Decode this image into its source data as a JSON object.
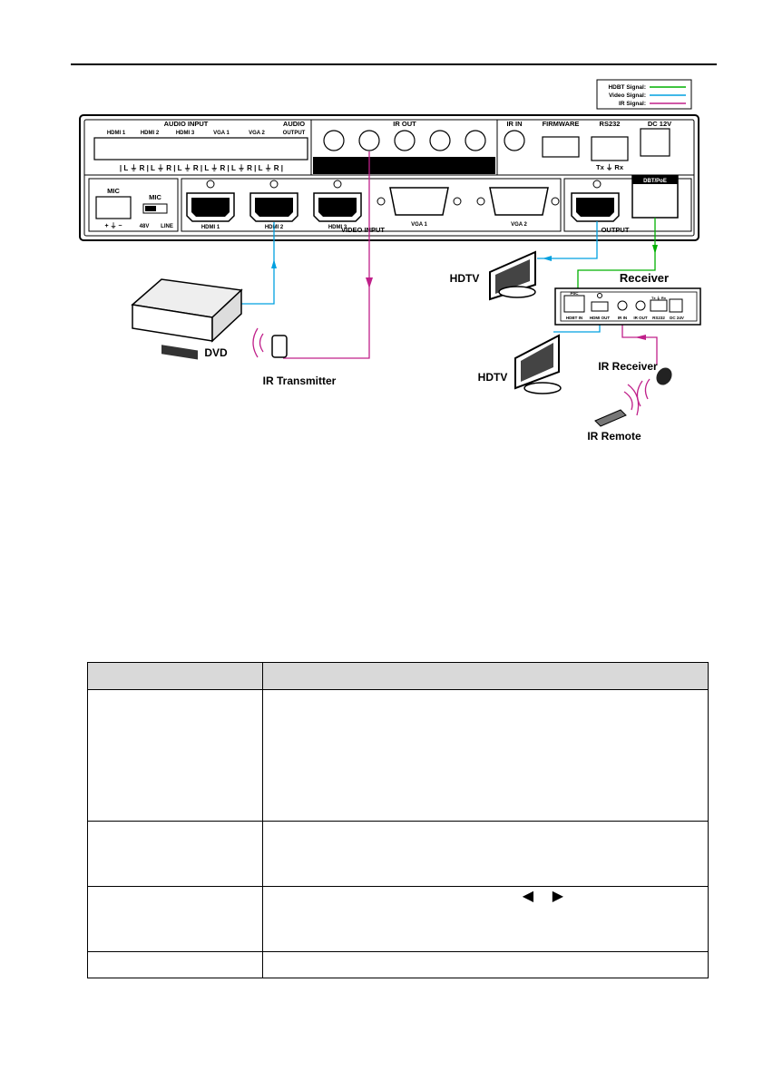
{
  "legend": {
    "hdbt": "HDBT Signal:",
    "video": "Video Signal:",
    "ir": "IR Signal:"
  },
  "panel": {
    "audio_input": "AUDIO INPUT",
    "audio_output": [
      "AUDIO",
      "OUTPUT"
    ],
    "audio_inputs": [
      "HDMI 1",
      "HDMI 2",
      "HDMI 3",
      "VGA 1",
      "VGA 2"
    ],
    "lr_marks": "| L  ⏚  R | L  ⏚  R | L  ⏚  R | L  ⏚  R | L  ⏚  R | L  ⏚  R |",
    "ir_out": "IR OUT",
    "ir_in": "IR IN",
    "firmware": "FIRMWARE",
    "rs232": "RS232",
    "dc": "DC 12V",
    "txrx": "Tx  ⏚  Rx",
    "mic": "MIC",
    "mic_pins": "+   ⏚   −",
    "mic_switch": "MIC",
    "v48": "48V",
    "line": "LINE",
    "hdmi_in": [
      "HDMI 1",
      "HDMI 2",
      "HDMI 3"
    ],
    "vga_in": [
      "VGA 1",
      "VGA 2"
    ],
    "video_input": "VIDEO INPUT",
    "output": "OUTPUT",
    "dbt_poe": "DBT/PoE"
  },
  "devices": {
    "dvd": "DVD",
    "ir_transmitter": "IR Transmitter",
    "hdtv_1": "HDTV",
    "hdtv_2": "HDTV",
    "receiver": "Receiver",
    "ir_receiver": "IR Receiver",
    "ir_remote": "IR Remote"
  },
  "receiver_panel": {
    "poc": "PoC",
    "hdbt_in": "HDBT IN",
    "hdmi_out": "HDMI OUT",
    "ir_in": "IR IN",
    "ir_out": "IR OUT",
    "txrx": "Tx ⏚ Rx",
    "rs232": "RS232",
    "dc": "DC 24V"
  },
  "colors": {
    "hdbt": "#00b000",
    "video": "#00a0e0",
    "ir": "#c0208a"
  }
}
